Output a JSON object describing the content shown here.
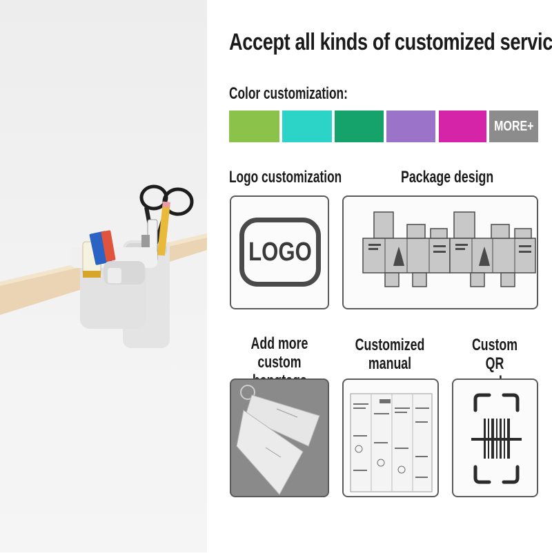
{
  "headline": "Accept all kinds of customized service:",
  "color_section": {
    "label": "Color customization:",
    "swatches": [
      "#8bc34a",
      "#2bd4c6",
      "#15a36b",
      "#9b73c9",
      "#d624a8"
    ],
    "more_label": "MORE+"
  },
  "logo_section": {
    "label": "Logo customization",
    "logo_text": "LOGO"
  },
  "package_section": {
    "label": "Package design"
  },
  "hangtag_section": {
    "label_line1": "Add more custom",
    "label_line2": "hangtags"
  },
  "manual_section": {
    "label_line1": "Customized",
    "label_line2": "manual"
  },
  "qr_section": {
    "label_line1": "Custom QR",
    "label_line2": "code"
  },
  "colors": {
    "card_border": "#5a5a5a",
    "text": "#1a1a1a",
    "more_bg": "#8c8c8c"
  }
}
